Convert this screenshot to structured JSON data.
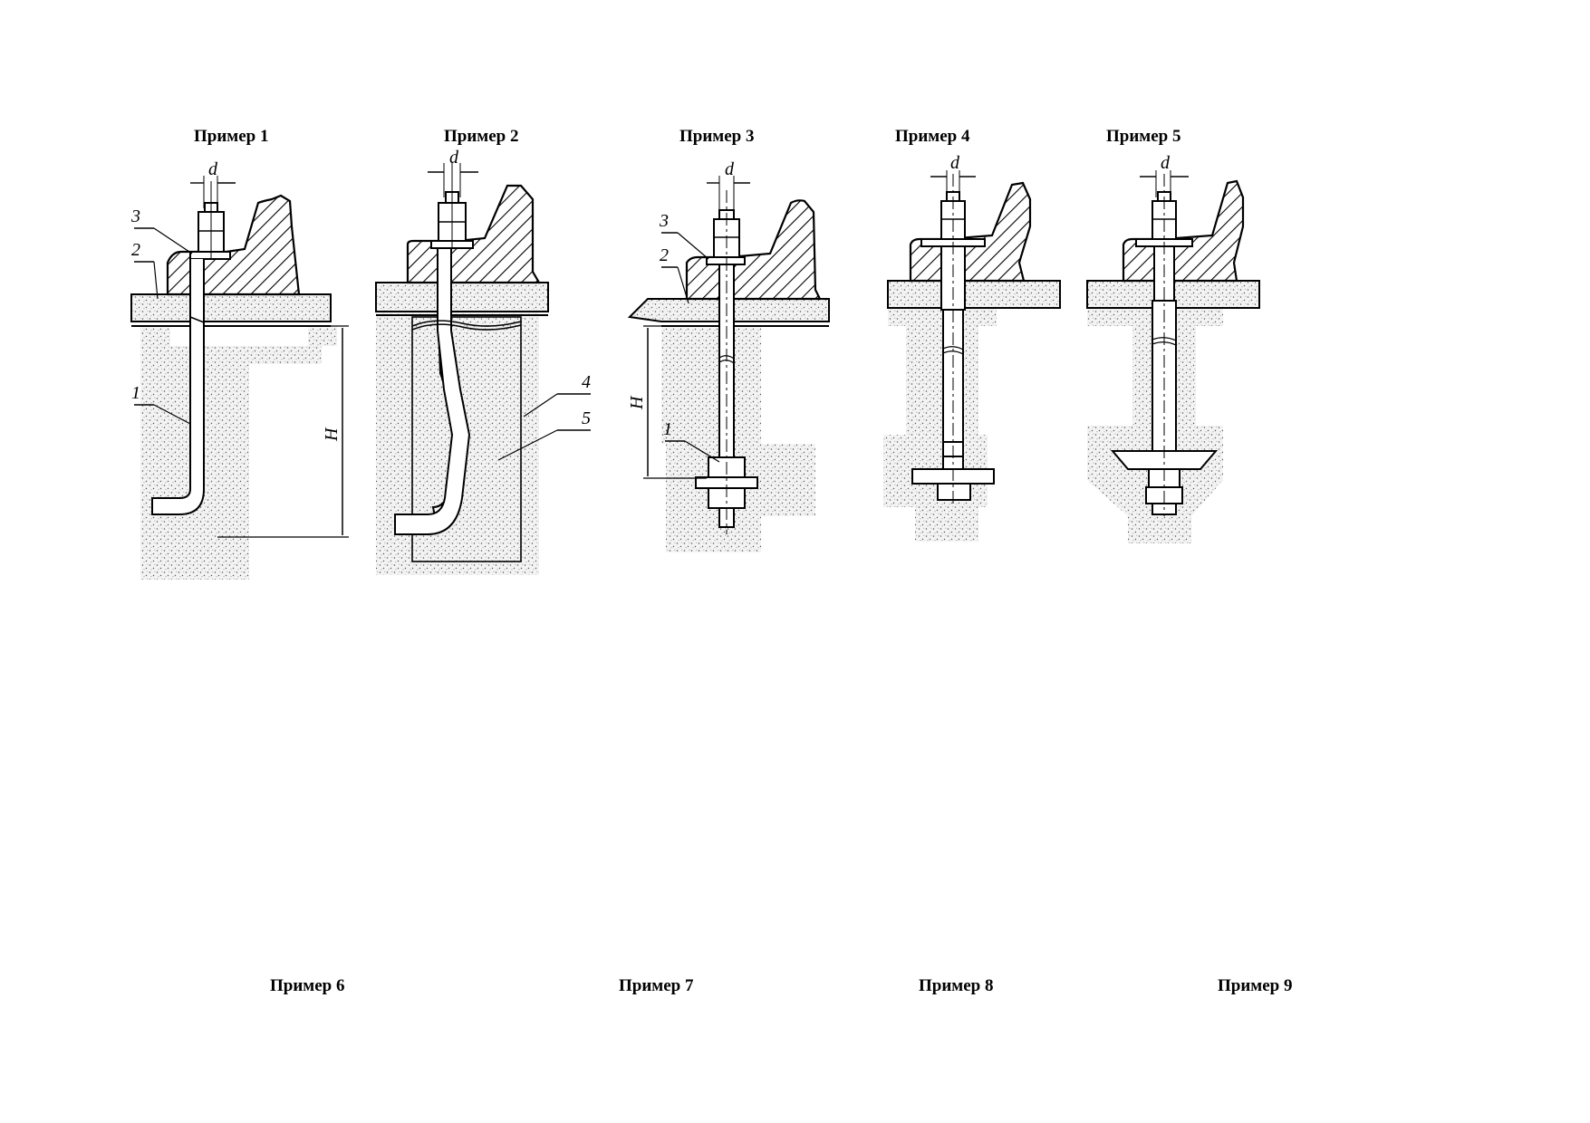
{
  "captions": {
    "ex1": "Пример 1",
    "ex2": "Пример 2",
    "ex3": "Пример 3",
    "ex4": "Пример 4",
    "ex5": "Пример 5",
    "ex6": "Пример 6",
    "ex7": "Пример 7",
    "ex8": "Пример 8",
    "ex9": "Пример 9"
  },
  "labels": {
    "d": "d",
    "H": "H",
    "n1": "1",
    "n2": "2",
    "n3": "3",
    "n4": "4",
    "n5": "5"
  },
  "colors": {
    "ink": "#000000",
    "concrete": "#f4f4f4",
    "dot": "#4a4a4a",
    "background": "#ffffff"
  }
}
